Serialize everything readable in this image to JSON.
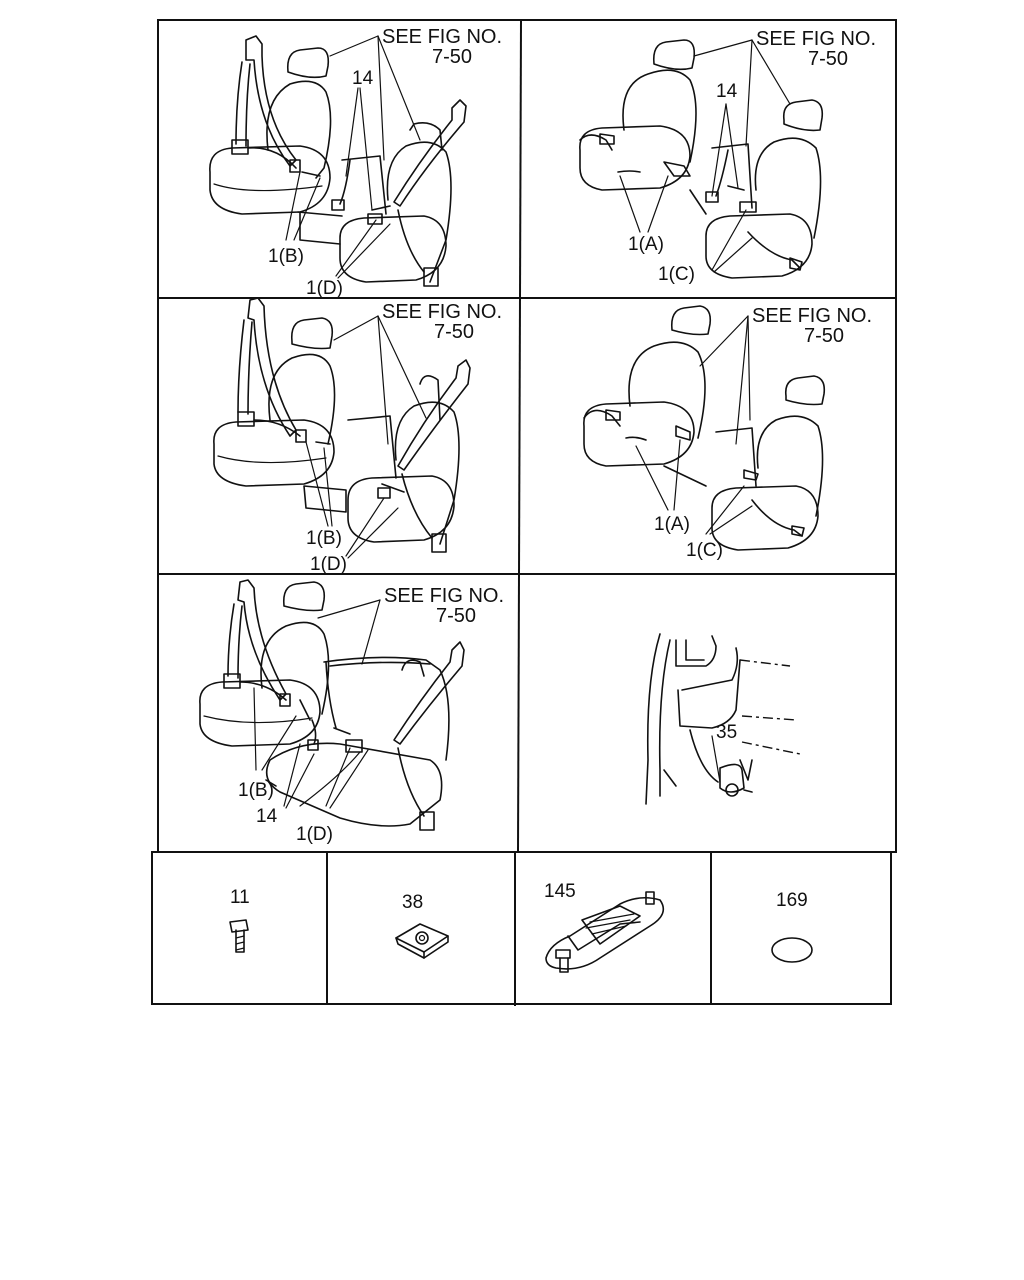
{
  "diagram": {
    "panel_r1_left": {
      "see_fig": "SEE FIG NO.",
      "fig_no": "7-50",
      "part_14": "14",
      "part_1b": "1(B)",
      "part_1d": "1(D)"
    },
    "panel_r1_right": {
      "see_fig": "SEE FIG NO.",
      "fig_no": "7-50",
      "part_14": "14",
      "part_1a": "1(A)",
      "part_1c": "1(C)"
    },
    "panel_r2_left": {
      "see_fig": "SEE FIG NO.",
      "fig_no": "7-50",
      "part_1b": "1(B)",
      "part_1d": "1(D)"
    },
    "panel_r2_right": {
      "see_fig": "SEE FIG NO.",
      "fig_no": "7-50",
      "part_1a": "1(A)",
      "part_1c": "1(C)"
    },
    "panel_r3_left": {
      "see_fig": "SEE FIG NO.",
      "fig_no": "7-50",
      "part_1b": "1(B)",
      "part_14": "14",
      "part_1d": "1(D)"
    },
    "panel_r3_right": {
      "part_35": "35"
    },
    "parts_row": {
      "p11": "11",
      "p38": "38",
      "p145": "145",
      "p169": "169"
    }
  }
}
